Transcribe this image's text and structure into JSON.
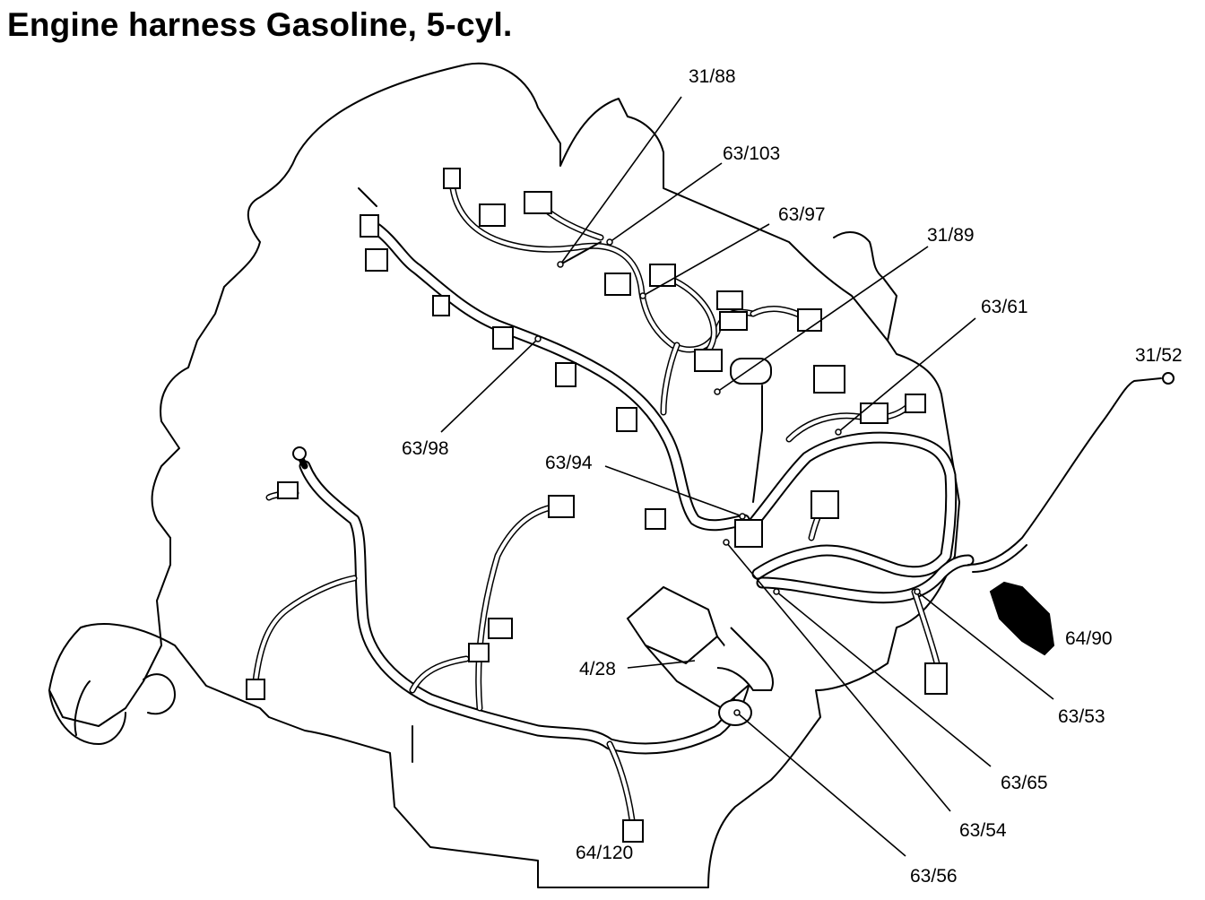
{
  "title": "Engine harness Gasoline, 5-cyl.",
  "labels": {
    "l_31_88": "31/88",
    "l_63_103": "63/103",
    "l_63_97": "63/97",
    "l_31_89": "31/89",
    "l_63_61": "63/61",
    "l_31_52": "31/52",
    "l_63_98": "63/98",
    "l_63_94": "63/94",
    "l_64_90": "64/90",
    "l_4_28": "4/28",
    "l_63_53": "63/53",
    "l_63_65": "63/65",
    "l_63_54": "63/54",
    "l_63_56": "63/56",
    "l_64_120": "64/120"
  }
}
